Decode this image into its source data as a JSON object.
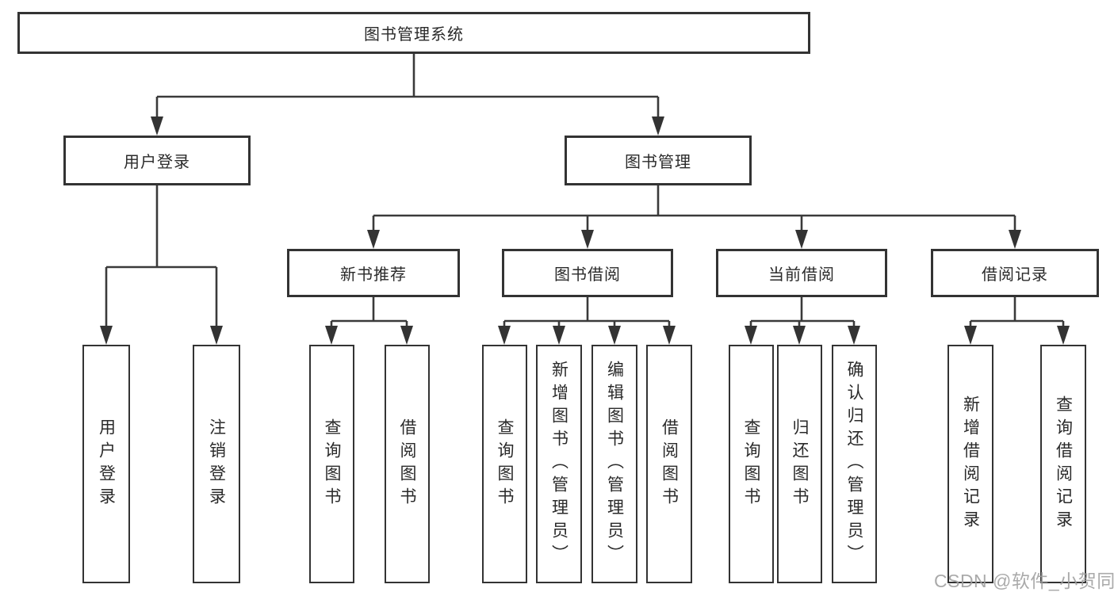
{
  "diagram": {
    "type": "hierarchy-tree",
    "colors": {
      "line": "#3a3a3a",
      "box_border": "#333333",
      "text": "#2a2a2a",
      "watermark": "#9e9e9e",
      "background": "#ffffff"
    },
    "tree": {
      "root": {
        "label": "图书管理系统"
      },
      "level2": [
        {
          "label": "用户登录",
          "parent": "图书管理系统"
        },
        {
          "label": "图书管理",
          "parent": "图书管理系统"
        }
      ],
      "level3": [
        {
          "label": "新书推荐",
          "parent": "图书管理"
        },
        {
          "label": "图书借阅",
          "parent": "图书管理"
        },
        {
          "label": "当前借阅",
          "parent": "图书管理"
        },
        {
          "label": "借阅记录",
          "parent": "图书管理"
        }
      ],
      "leaves": [
        {
          "label": "用户登录",
          "parent": "用户登录"
        },
        {
          "label": "注销登录",
          "parent": "用户登录"
        },
        {
          "label": "查询图书",
          "parent": "新书推荐"
        },
        {
          "label": "借阅图书",
          "parent": "新书推荐"
        },
        {
          "label": "查询图书",
          "parent": "图书借阅"
        },
        {
          "label": "新增图书（管理员）",
          "parent": "图书借阅"
        },
        {
          "label": "编辑图书（管理员）",
          "parent": "图书借阅"
        },
        {
          "label": "借阅图书",
          "parent": "图书借阅"
        },
        {
          "label": "查询图书",
          "parent": "当前借阅"
        },
        {
          "label": "归还图书",
          "parent": "当前借阅"
        },
        {
          "label": "确认归还（管理员）",
          "parent": "当前借阅"
        },
        {
          "label": "新增借阅记录",
          "parent": "借阅记录"
        },
        {
          "label": "查询借阅记录",
          "parent": "借阅记录"
        }
      ]
    },
    "watermark": {
      "text": "CSDN @软件_小贺同学"
    }
  }
}
